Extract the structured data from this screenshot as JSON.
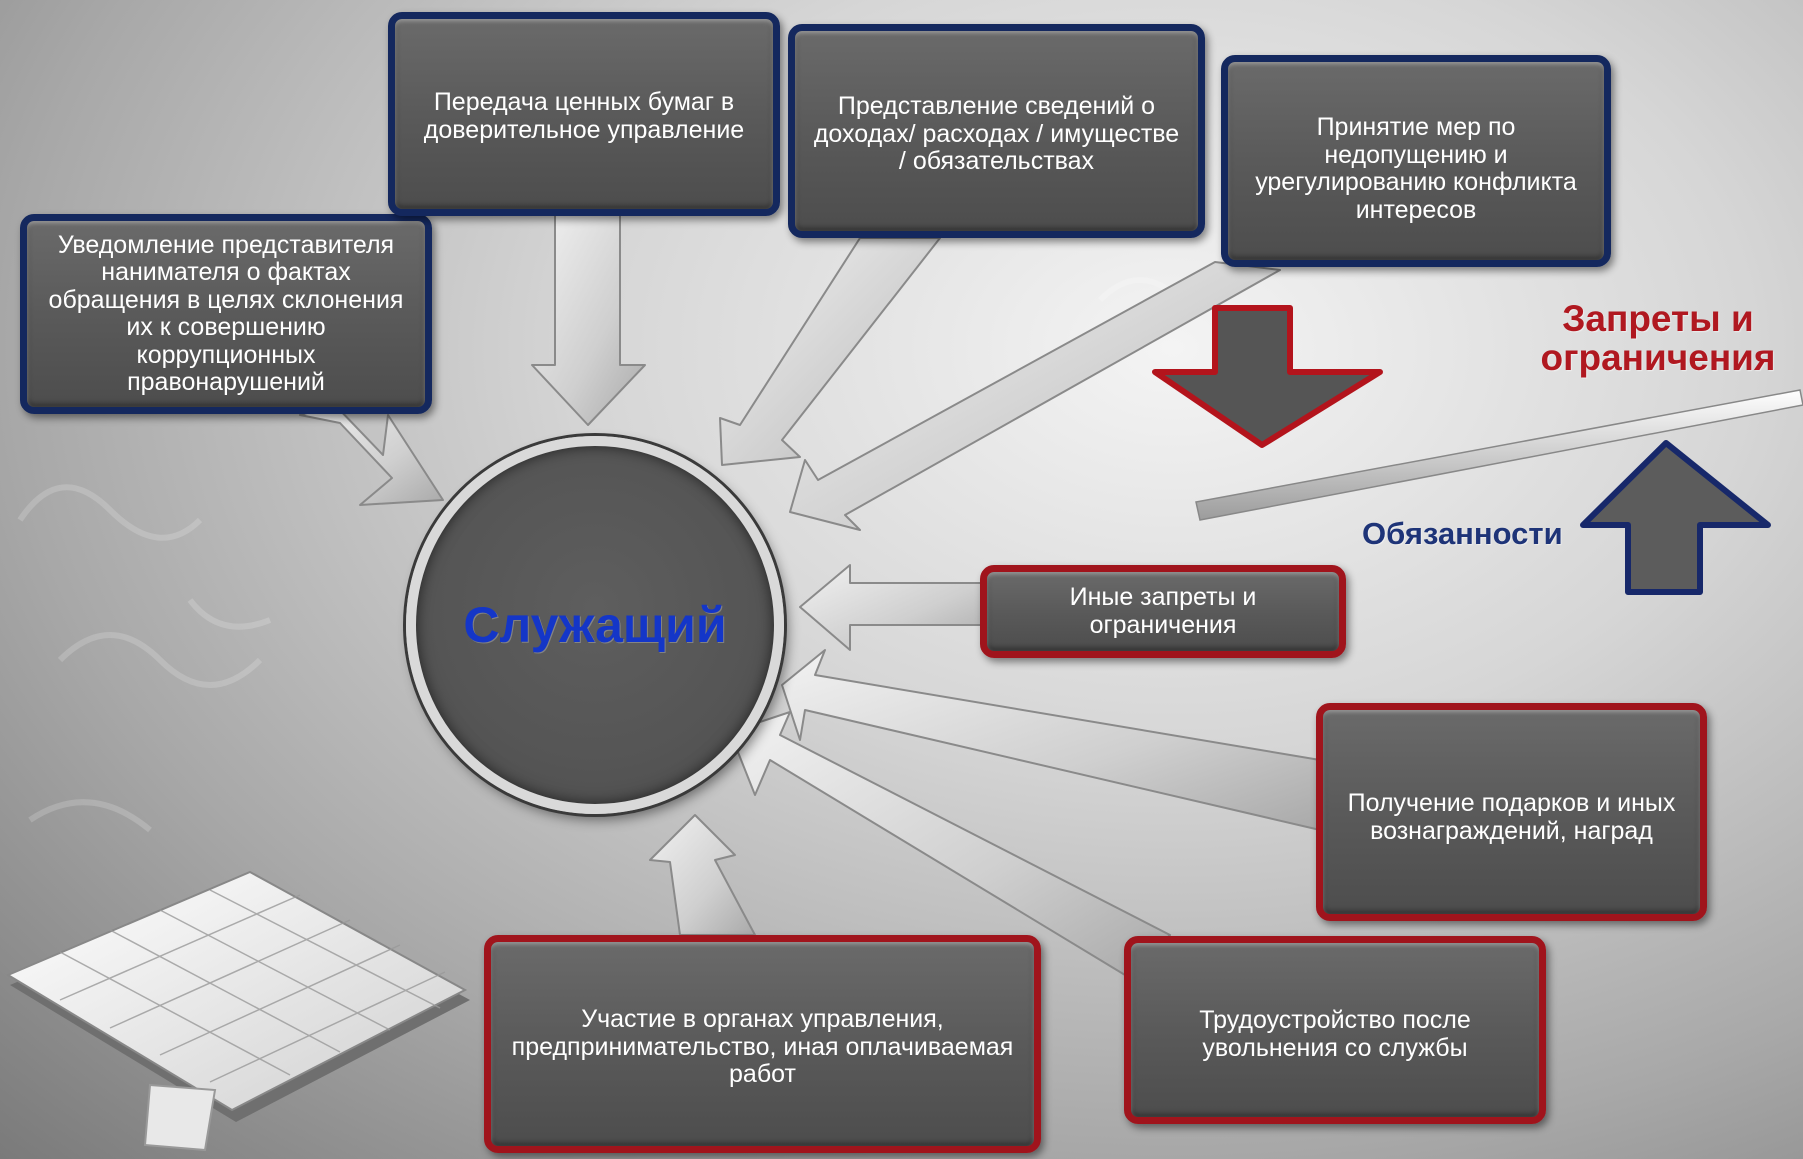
{
  "center": {
    "label": "Служащий"
  },
  "duties_boxes": [
    {
      "id": "notify",
      "text": "Уведомление представителя нанимателя о фактах обращения в целях склонения их к совершению коррупционных правонарушений"
    },
    {
      "id": "securities",
      "text": "Передача ценных бумаг в доверительное управление"
    },
    {
      "id": "income",
      "text": "Представление сведений о доходах/ расходах / имуществе / обязательствах"
    },
    {
      "id": "conflict",
      "text": "Принятие мер по недопущению и урегулированию конфликта интересов"
    }
  ],
  "restriction_boxes": [
    {
      "id": "other",
      "text": "Иные запреты и ограничения"
    },
    {
      "id": "gifts",
      "text": "Получение подарков и иных вознаграждений, наград"
    },
    {
      "id": "employment",
      "text": "Трудоустройство после увольнения со службы"
    },
    {
      "id": "management",
      "text": "Участие в органах управления, предпринимательство, иная оплачиваемая работ"
    }
  ],
  "legend": {
    "restrictions_label": "Запреты и ограничения",
    "duties_label": "Обязанности"
  },
  "colors": {
    "duties_border": "#14285e",
    "restrictions_border": "#a0141c",
    "center_text": "#1436c8"
  }
}
